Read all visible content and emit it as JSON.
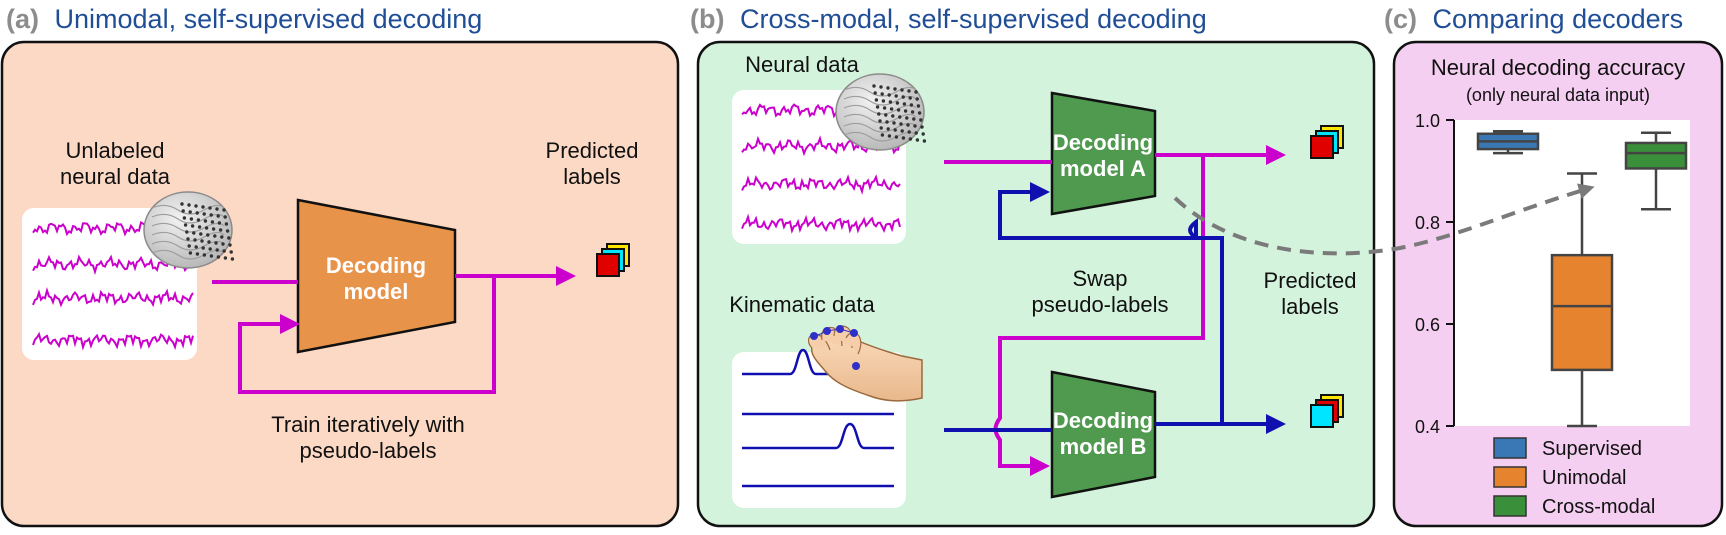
{
  "panel_a": {
    "letter": "(a)",
    "title": "Unimodal, self-supervised decoding",
    "input_label_line1": "Unlabeled",
    "input_label_line2": "neural data",
    "model_line1": "Decoding",
    "model_line2": "model",
    "output_label_line1": "Predicted",
    "output_label_line2": "labels",
    "loop_label_line1": "Train iteratively with",
    "loop_label_line2": "pseudo-labels"
  },
  "panel_b": {
    "letter": "(b)",
    "title": "Cross-modal, self-supervised decoding",
    "neural_label": "Neural data",
    "kinematic_label": "Kinematic data",
    "model_a_line1": "Decoding",
    "model_a_line2": "model A",
    "model_b_line1": "Decoding",
    "model_b_line2": "model B",
    "swap_line1": "Swap",
    "swap_line2": "pseudo-labels",
    "output_label_line1": "Predicted",
    "output_label_line2": "labels"
  },
  "panel_c": {
    "letter": "(c)",
    "title": "Comparing decoders"
  },
  "colors": {
    "panel_a_bg": "#fbd9c5",
    "panel_b_bg": "#d4f3dc",
    "panel_c_bg": "#f4cff1",
    "title_blue": "#1f4e96",
    "title_gray": "#8c8c8c",
    "magenta": "#cc00cc",
    "navy": "#1010b0",
    "orange_model": "#e8934a",
    "green_model": "#4f9a4f",
    "supervised": "#3a78b5",
    "unimodal": "#e6832f",
    "crossmodal": "#3a8f3a"
  },
  "chart_data": {
    "type": "box",
    "title": "Neural decoding accuracy",
    "subtitle": "(only neural data input)",
    "xlabel": "",
    "ylabel": "",
    "ylim": [
      0.4,
      1.0
    ],
    "yticks": [
      0.4,
      0.6,
      0.8,
      1.0
    ],
    "ytick_labels": [
      "0.4",
      "0.6",
      "0.8",
      "1.0"
    ],
    "legend_position": "bottom",
    "series": [
      {
        "name": "Supervised",
        "color": "#3a78b5",
        "whislo": 0.935,
        "q1": 0.943,
        "median": 0.958,
        "q3": 0.973,
        "whishi": 0.978
      },
      {
        "name": "Unimodal",
        "color": "#e6832f",
        "whislo": 0.4,
        "q1": 0.51,
        "median": 0.635,
        "q3": 0.735,
        "whishi": 0.895
      },
      {
        "name": "Cross-modal",
        "color": "#3a8f3a",
        "whislo": 0.825,
        "q1": 0.905,
        "median": 0.935,
        "q3": 0.955,
        "whishi": 0.975
      }
    ]
  }
}
